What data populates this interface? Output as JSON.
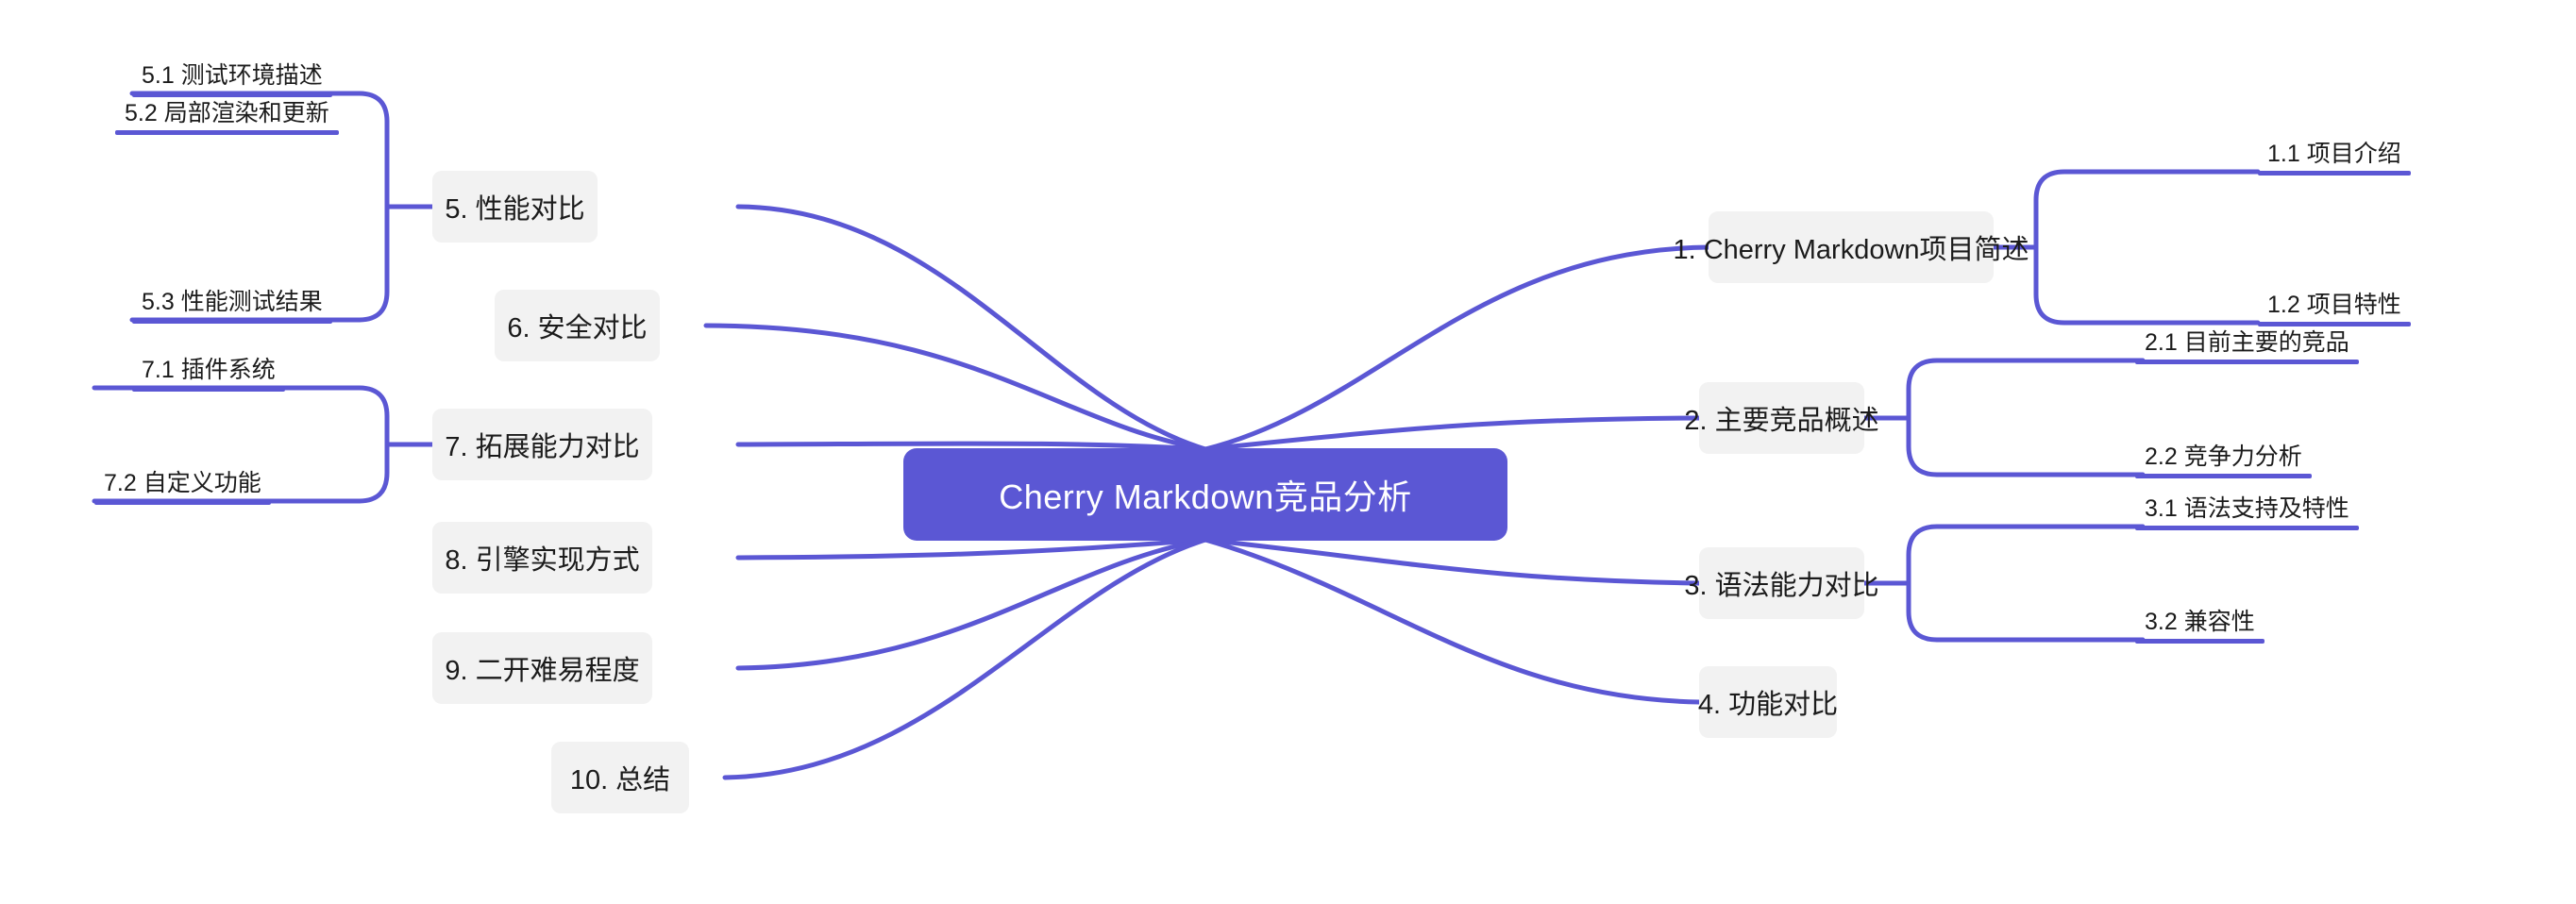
{
  "diagram": {
    "type": "mindmap",
    "title": "Cherry Markdown竞品分析",
    "colors": {
      "root_bg": "#5b57d4",
      "root_text": "#ffffff",
      "node_bg": "#f2f2f2",
      "node_text": "#1b1b1b",
      "link": "#5b57d4",
      "canvas_bg": "#ffffff"
    },
    "root": {
      "label": "Cherry Markdown竞品分析"
    },
    "right_branches": [
      {
        "id": "b1",
        "label": "1. Cherry Markdown项目简述",
        "children": [
          {
            "id": "b1c1",
            "label": "1.1 项目介绍"
          },
          {
            "id": "b1c2",
            "label": "1.2 项目特性"
          }
        ]
      },
      {
        "id": "b2",
        "label": "2. 主要竞品概述",
        "children": [
          {
            "id": "b2c1",
            "label": "2.1 目前主要的竞品"
          },
          {
            "id": "b2c2",
            "label": "2.2 竞争力分析"
          }
        ]
      },
      {
        "id": "b3",
        "label": "3. 语法能力对比",
        "children": [
          {
            "id": "b3c1",
            "label": "3.1 语法支持及特性"
          },
          {
            "id": "b3c2",
            "label": "3.2 兼容性"
          }
        ]
      },
      {
        "id": "b4",
        "label": "4. 功能对比",
        "children": []
      }
    ],
    "left_branches": [
      {
        "id": "b5",
        "label": "5. 性能对比",
        "children": [
          {
            "id": "b5c1",
            "label": "5.1 测试环境描述"
          },
          {
            "id": "b5c2",
            "label": "5.2 局部渲染和更新"
          },
          {
            "id": "b5c3",
            "label": "5.3 性能测试结果"
          }
        ]
      },
      {
        "id": "b6",
        "label": "6. 安全对比",
        "children": []
      },
      {
        "id": "b7",
        "label": "7. 拓展能力对比",
        "children": [
          {
            "id": "b7c1",
            "label": "7.1 插件系统"
          },
          {
            "id": "b7c2",
            "label": "7.2 自定义功能"
          }
        ]
      },
      {
        "id": "b8",
        "label": "8. 引擎实现方式",
        "children": []
      },
      {
        "id": "b9",
        "label": "9. 二开难易程度",
        "children": []
      },
      {
        "id": "b10",
        "label": "10. 总结",
        "children": []
      }
    ]
  }
}
